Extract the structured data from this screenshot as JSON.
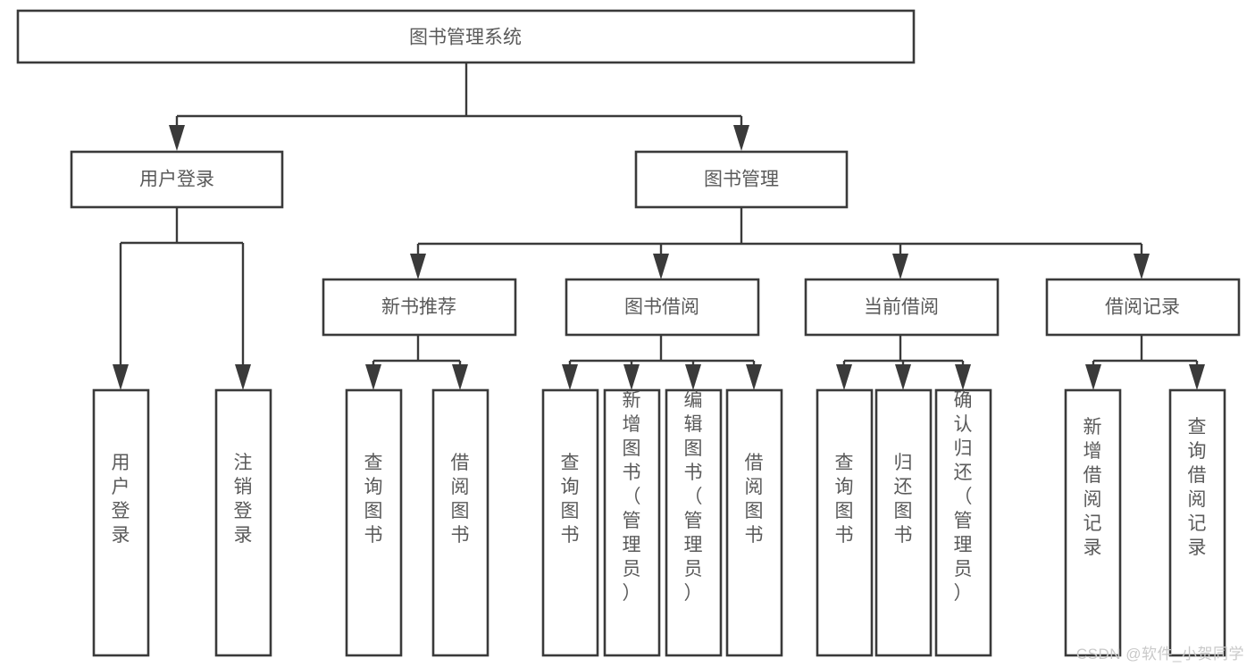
{
  "diagram": {
    "type": "tree-hierarchy",
    "title": "图书管理系统",
    "root": {
      "id": "root",
      "label": "图书管理系统",
      "orientation": "horizontal"
    },
    "level1": [
      {
        "id": "user-login",
        "label": "用户登录",
        "orientation": "horizontal"
      },
      {
        "id": "book-manage",
        "label": "图书管理",
        "orientation": "horizontal"
      }
    ],
    "level2": [
      {
        "id": "new-book-recommend",
        "label": "新书推荐",
        "parent": "book-manage",
        "orientation": "horizontal"
      },
      {
        "id": "book-borrow",
        "label": "图书借阅",
        "parent": "book-manage",
        "orientation": "horizontal"
      },
      {
        "id": "current-borrow",
        "label": "当前借阅",
        "parent": "book-manage",
        "orientation": "horizontal"
      },
      {
        "id": "borrow-record",
        "label": "借阅记录",
        "parent": "book-manage",
        "orientation": "horizontal"
      }
    ],
    "leaves": [
      {
        "id": "leaf-user-login",
        "label": "用户登录",
        "parent": "user-login",
        "orientation": "vertical"
      },
      {
        "id": "leaf-user-logout",
        "label": "注销登录",
        "parent": "user-login",
        "orientation": "vertical"
      },
      {
        "id": "leaf-query-book-1",
        "label": "查询图书",
        "parent": "new-book-recommend",
        "orientation": "vertical"
      },
      {
        "id": "leaf-borrow-book-1",
        "label": "借阅图书",
        "parent": "new-book-recommend",
        "orientation": "vertical"
      },
      {
        "id": "leaf-query-book-2",
        "label": "查询图书",
        "parent": "book-borrow",
        "orientation": "vertical"
      },
      {
        "id": "leaf-add-book",
        "label": "新增图书（管理员）",
        "parent": "book-borrow",
        "orientation": "vertical"
      },
      {
        "id": "leaf-edit-book",
        "label": "编辑图书（管理员）",
        "parent": "book-borrow",
        "orientation": "vertical"
      },
      {
        "id": "leaf-borrow-book-2",
        "label": "借阅图书",
        "parent": "book-borrow",
        "orientation": "vertical"
      },
      {
        "id": "leaf-query-book-3",
        "label": "查询图书",
        "parent": "current-borrow",
        "orientation": "vertical"
      },
      {
        "id": "leaf-return-book",
        "label": "归还图书",
        "parent": "current-borrow",
        "orientation": "vertical"
      },
      {
        "id": "leaf-confirm-return",
        "label": "确认归还（管理员）",
        "parent": "current-borrow",
        "orientation": "vertical"
      },
      {
        "id": "leaf-add-record",
        "label": "新增借阅记录",
        "parent": "borrow-record",
        "orientation": "vertical"
      },
      {
        "id": "leaf-query-record",
        "label": "查询借阅记录",
        "parent": "borrow-record",
        "orientation": "vertical"
      }
    ],
    "colors": {
      "box_stroke": "#3a3a3a",
      "box_fill": "#ffffff",
      "text": "#5a5a5a",
      "connector": "#3a3a3a",
      "background": "#ffffff",
      "watermark": "#c9c9c9"
    }
  },
  "watermark": {
    "text": "CSDN @软件_小贺同学"
  }
}
